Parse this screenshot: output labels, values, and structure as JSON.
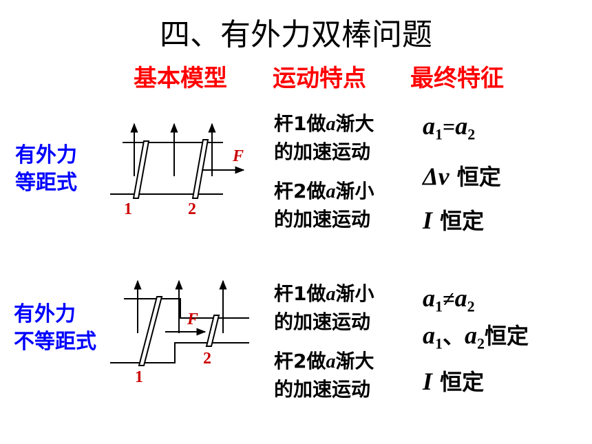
{
  "title": "四、有外力双棒问题",
  "headers": {
    "model": "基本模型",
    "motion": "运动特点",
    "feature": "最终特征"
  },
  "case1": {
    "label_line1": "有外力",
    "label_line2": "等距式",
    "rod1_num": "1",
    "rod2_num": "2",
    "force": "F",
    "rod1_pre": "杆1做",
    "rod1_a": "a",
    "rod1_post": "渐大",
    "rod1_line2": "的加速运动",
    "rod2_pre": "杆2做",
    "rod2_a": "a",
    "rod2_post": "渐小",
    "rod2_line2": "的加速运动",
    "feat1_a": "a",
    "feat1_sub1": "1",
    "feat1_eq": "=",
    "feat1_a2": "a",
    "feat1_sub2": "2",
    "feat2_sym": "Δv",
    "feat2_text": " 恒定",
    "feat3_sym": "I",
    "feat3_text": " 恒定"
  },
  "case2": {
    "label_line1": "有外力",
    "label_line2": "不等距式",
    "rod1_num": "1",
    "rod2_num": "2",
    "force": "F",
    "rod1_pre": "杆1做",
    "rod1_a": "a",
    "rod1_post": "渐小",
    "rod1_line2": "的加速运动",
    "rod2_pre": "杆2做",
    "rod2_a": "a",
    "rod2_post": "渐大",
    "rod2_line2": "的加速运动",
    "feat1_a": "a",
    "feat1_sub1": "1",
    "feat1_neq": "≠",
    "feat1_a2": "a",
    "feat1_sub2": "2",
    "feat2_a": "a",
    "feat2_sub1": "1",
    "feat2_sep": "、",
    "feat2_a2": "a",
    "feat2_sub2": "2",
    "feat2_text": "恒定",
    "feat3_sym": "I",
    "feat3_text": " 恒定"
  },
  "colors": {
    "header": "#ff0000",
    "label": "#0000ff",
    "rod_number": "#cc0000"
  }
}
